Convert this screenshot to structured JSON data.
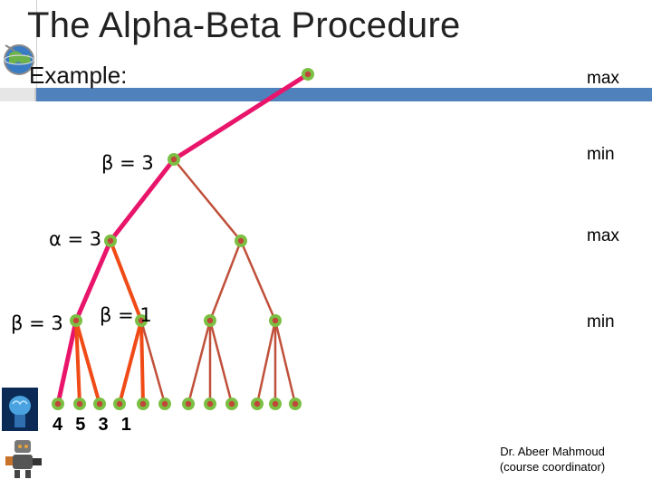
{
  "slide": {
    "title": "The Alpha-Beta Procedure",
    "subtitle": "Example:",
    "level_labels": [
      "max",
      "min",
      "max",
      "min"
    ],
    "node_labels": {
      "beta_root_min": "β = 3",
      "alpha_max": "α = 3",
      "beta_left_min": "β = 3",
      "beta_right_min": "β = 1"
    },
    "leaf_values": "4  5  3  1",
    "credit": {
      "name": "Dr. Abeer Mahmoud",
      "role": "(course coordinator)"
    }
  },
  "colors": {
    "accent_bar": "#4f81bd",
    "edge_pink": "#e8156b",
    "edge_orange": "#f04a16",
    "edge_brown": "#c0503a",
    "node_fill": "#7bc043",
    "node_center": "#c0463a"
  }
}
